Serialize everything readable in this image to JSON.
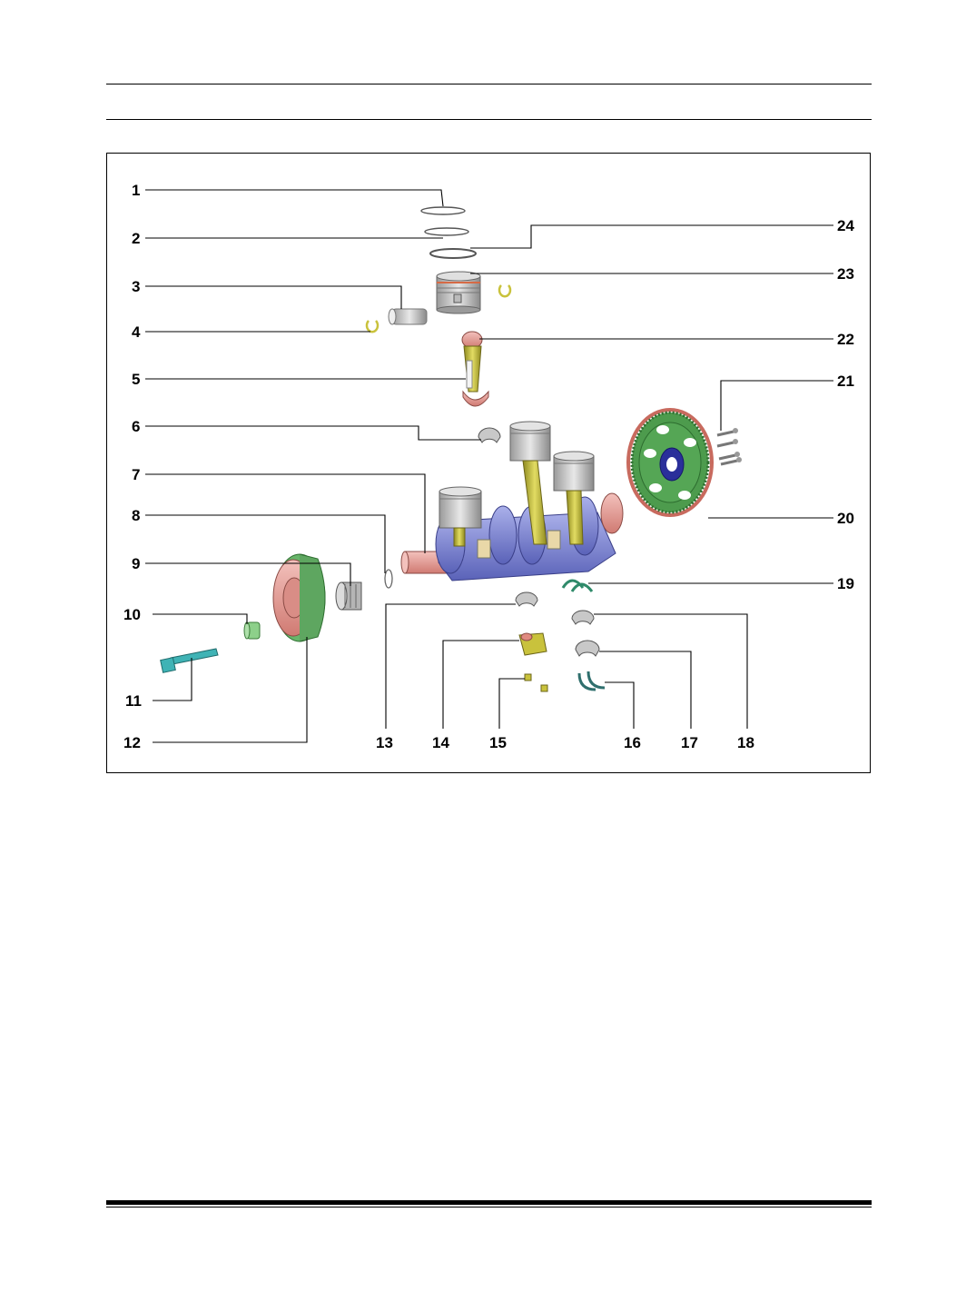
{
  "callouts": [
    "1",
    "2",
    "3",
    "4",
    "5",
    "6",
    "7",
    "8",
    "9",
    "10",
    "11",
    "12",
    "13",
    "14",
    "15",
    "16",
    "17",
    "18",
    "19",
    "20",
    "21",
    "22",
    "23",
    "24"
  ],
  "colors": {
    "crank_blue": "#7d86d6",
    "crank_pink": "#e9a09a",
    "rod_yellow": "#c9c23c",
    "pulley_green": "#68b56a",
    "flywheel_green": "#4d9b4d",
    "piston_grey": "#c8c8c8",
    "bolt_teal": "#3fb3b5",
    "ring_dark_teal": "#2f6f6d"
  }
}
